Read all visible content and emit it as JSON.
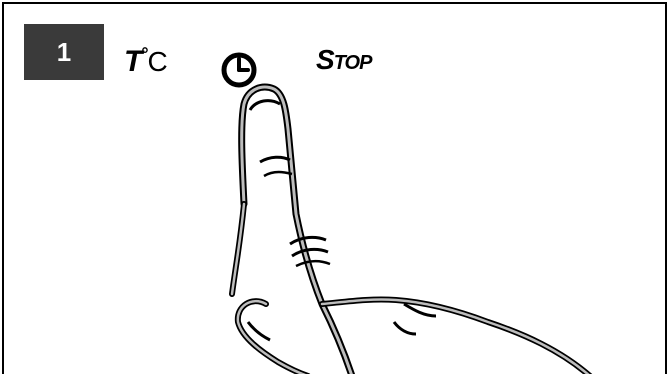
{
  "step": {
    "number": "1"
  },
  "buttons": {
    "temperature": {
      "t": "T",
      "deg": "°",
      "c": "C"
    },
    "stop": {
      "first": "S",
      "rest": "TOP"
    }
  },
  "icons": {
    "timer": "clock-icon",
    "hand": "pointing-finger-icon"
  }
}
